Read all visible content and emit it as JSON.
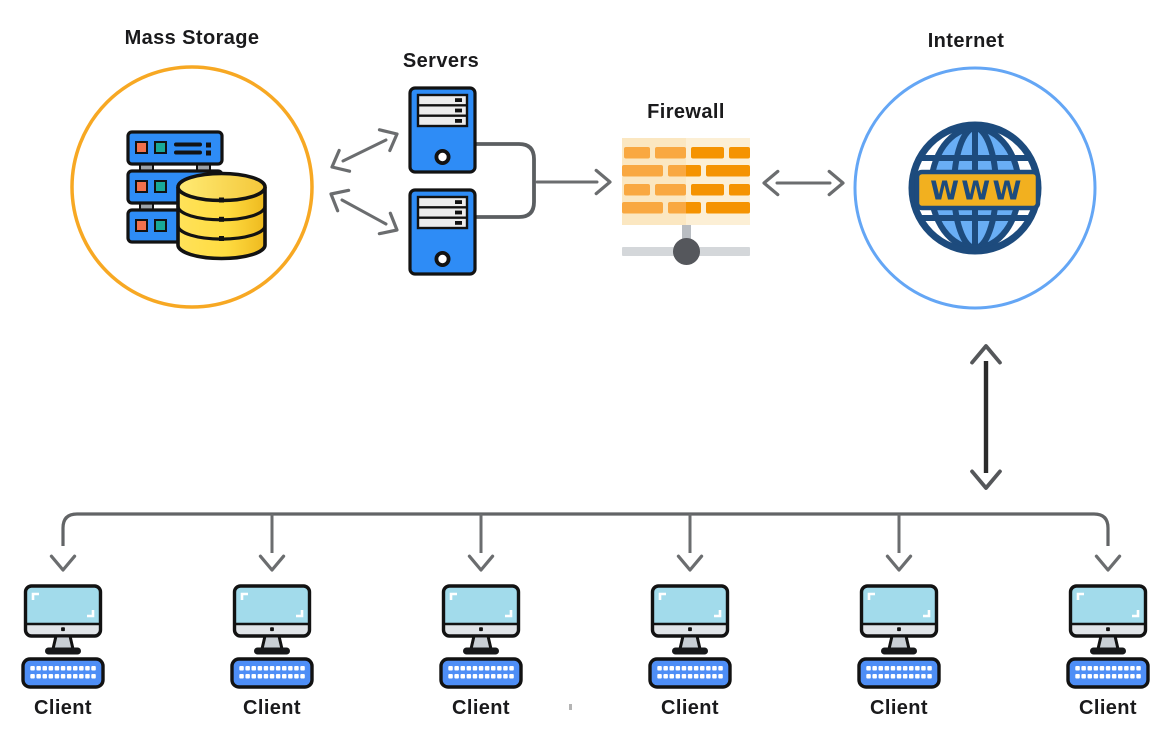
{
  "diagram_type": "network-architecture",
  "nodes": {
    "mass_storage": {
      "label": "Mass Storage",
      "icon": "server-rack-with-database-icon",
      "ring_color": "#F7A823"
    },
    "servers": {
      "label": "Servers",
      "icon": "server-tower-icon",
      "count": 2,
      "tower_color": "#2E8CF6"
    },
    "firewall": {
      "label": "Firewall",
      "icon": "brick-wall-icon",
      "brick_color_left": "#F9A841",
      "brick_color_right": "#F59301"
    },
    "internet": {
      "label": "Internet",
      "banner": "WWW",
      "icon": "www-globe-icon",
      "ring_color": "#64A6F5",
      "globe_navy": "#1D4B7D",
      "banner_gold": "#F2B01F"
    },
    "clients": [
      {
        "label": "Client"
      },
      {
        "label": "Client"
      },
      {
        "label": "Client"
      },
      {
        "label": "Client"
      },
      {
        "label": "Client"
      },
      {
        "label": "Client"
      }
    ]
  },
  "connections": [
    {
      "from": "mass-storage",
      "to": "server-1",
      "type": "bidirectional"
    },
    {
      "from": "mass-storage",
      "to": "server-2",
      "type": "bidirectional"
    },
    {
      "from": "servers",
      "to": "firewall",
      "type": "one-way"
    },
    {
      "from": "firewall",
      "to": "internet",
      "type": "bidirectional"
    },
    {
      "from": "internet",
      "to": "client-bus",
      "type": "bidirectional"
    },
    {
      "from": "client-bus",
      "to": "clients",
      "type": "one-way-fanout",
      "fanout": 6
    }
  ],
  "colors": {
    "arrow_gray": "#6b6d6f",
    "dark_shaft": "#2b2b2b",
    "database_yellow": "#FFDC41",
    "client_screen_cyan": "#A2DBEB",
    "keyboard_blue": "#4E8EF6",
    "text": "#1a1a1c"
  }
}
